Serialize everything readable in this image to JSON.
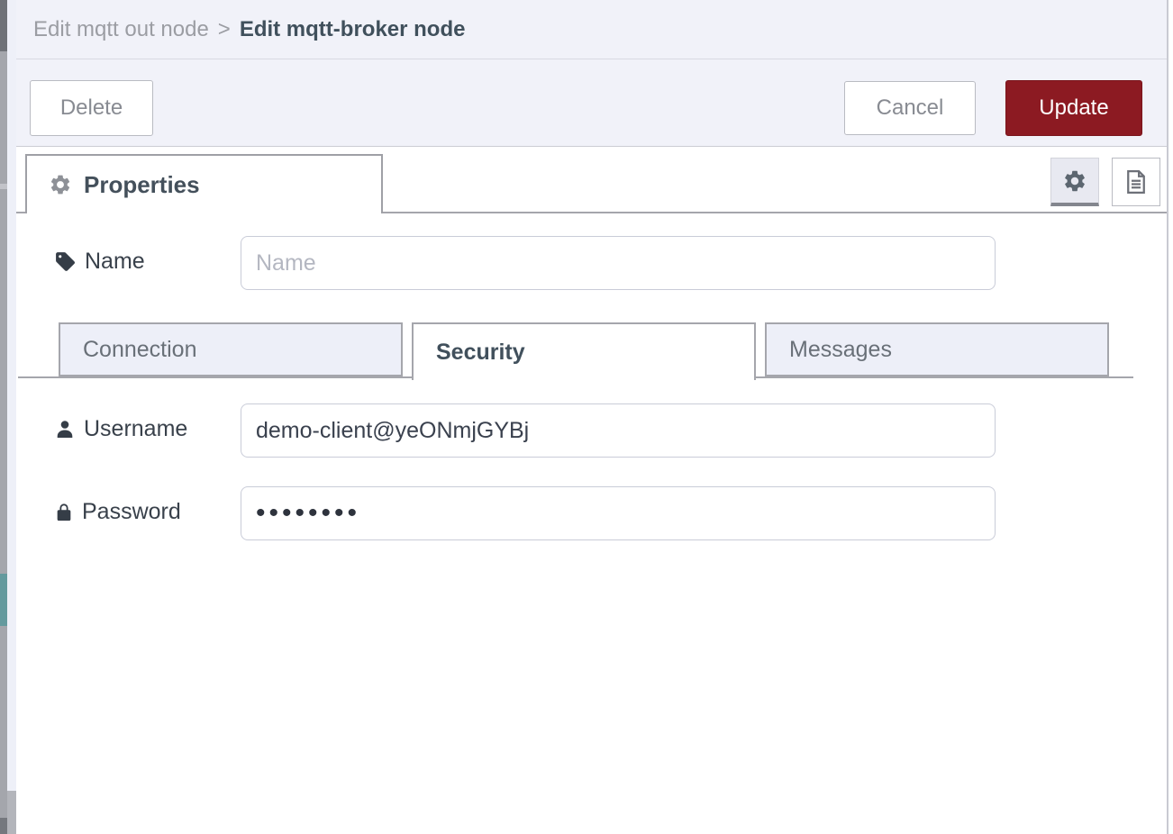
{
  "breadcrumb": {
    "parent": "Edit mqtt out node",
    "separator": ">",
    "current": "Edit mqtt-broker node"
  },
  "toolbar": {
    "delete_label": "Delete",
    "cancel_label": "Cancel",
    "update_label": "Update"
  },
  "tray_tabs": {
    "properties_label": "Properties",
    "properties_icon": "gear-icon",
    "right_buttons": [
      "gear-icon",
      "doc-icon"
    ]
  },
  "form": {
    "name": {
      "label": "Name",
      "placeholder": "Name",
      "value": "",
      "icon": "tag-icon"
    },
    "tabs": [
      {
        "label": "Connection",
        "active": false
      },
      {
        "label": "Security",
        "active": true
      },
      {
        "label": "Messages",
        "active": false
      }
    ],
    "username": {
      "label": "Username",
      "value": "demo-client@yeONmjGYBj",
      "icon": "user-icon"
    },
    "password": {
      "label": "Password",
      "value": "••••••••",
      "icon": "lock-icon"
    }
  },
  "colors": {
    "accent_red": "#8c1a22",
    "panel_bg": "#f1f2f9",
    "inactive_tab_bg": "#edeff8",
    "dark_text": "#40505c",
    "gray_text": "#9b9da3",
    "teal_accent": "#649a9e"
  }
}
